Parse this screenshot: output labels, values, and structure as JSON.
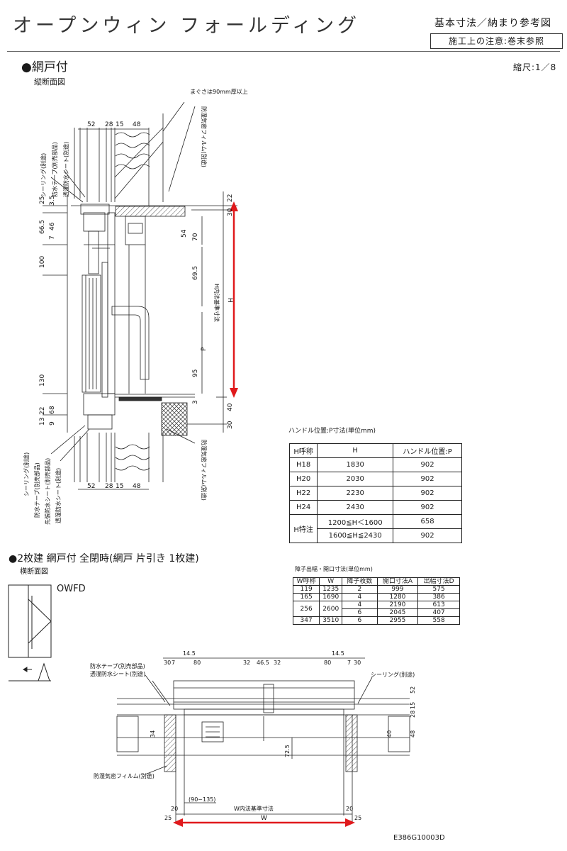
{
  "header": {
    "title": "オープンウィン フォールディング",
    "subtitle": "基本寸法／納まり参考図",
    "note": "施工上の注意:巻末参照"
  },
  "section1": {
    "heading": "●網戸付",
    "scale": "縮尺:1／8",
    "subheading": "縦断面図",
    "labels": {
      "top_note": "まぐさは90mm厚以上",
      "film_top": "防湿気密フィルム(別途)",
      "sealing_top": "シーリング(別途)",
      "tape_top": "防水テープ(別売部品)",
      "sheet_top": "透湿防水シート(別途)",
      "sealing_bot": "シーリング(別途)",
      "tape_bot": "防水テープ(別売部品)",
      "sheet_bot": "先張防水シート(別売部品)",
      "sheet_bot2": "透湿防水シート(別途)",
      "film_bot": "防湿気密フィルム(別途)",
      "inner_std": "H内法基準寸法",
      "h": "H",
      "p": "P"
    },
    "dims_top": [
      "52",
      "28",
      "15",
      "48"
    ],
    "dims_bot": [
      "52",
      "28",
      "15",
      "48"
    ],
    "dims_left": [
      "25",
      "3.5",
      "66.5",
      "7",
      "46",
      "100",
      "130",
      "13",
      "9",
      "22",
      "6",
      "8"
    ],
    "dims_inner": [
      "54",
      "70",
      "69.5",
      "95",
      "3"
    ],
    "dims_right": [
      "22",
      "30",
      "40",
      "30"
    ]
  },
  "table1": {
    "caption": "ハンドル位置:P寸法(単位mm)",
    "headers": [
      "H呼称",
      "H",
      "ハンドル位置:P"
    ],
    "rows": [
      [
        "H18",
        "1830",
        "902"
      ],
      [
        "H20",
        "2030",
        "902"
      ],
      [
        "H22",
        "2230",
        "902"
      ],
      [
        "H24",
        "2430",
        "902"
      ]
    ],
    "special_label": "H特注",
    "special_rows": [
      [
        "1200≦H＜1600",
        "658"
      ],
      [
        "1600≦H≦2430",
        "902"
      ]
    ]
  },
  "section2": {
    "heading": "●2枚建 網戸付 全閉時(網戸 片引き 1枚建)",
    "subheading": "横断面図",
    "model": "OWFD",
    "labels": {
      "tape": "防水テープ(別売部品)",
      "sheet": "透湿防水シート(別途)",
      "sealing": "シーリング(別途)",
      "film": "防湿気密フィルム(別途)",
      "inner_std": "W内法基準寸法",
      "w": "W",
      "range": "(90~135)"
    },
    "dims_top": [
      "30",
      "7",
      "80",
      "14.5",
      "32",
      "46.5",
      "32",
      "14.5",
      "80",
      "7",
      "30"
    ],
    "dims_side": [
      "52",
      "15",
      "28",
      "48",
      "34",
      "40",
      "72.5"
    ],
    "dims_bottom": [
      "20",
      "20",
      "25",
      "25"
    ]
  },
  "table2": {
    "caption": "障子出幅・開口寸法(単位mm)",
    "headers": [
      "W呼称",
      "W",
      "障子枚数",
      "開口寸法A",
      "出幅寸法D"
    ],
    "rows": [
      [
        "119",
        "1235",
        "2",
        "999",
        "575"
      ],
      [
        "165",
        "1690",
        "4",
        "1280",
        "386"
      ],
      [
        "256",
        "2600",
        "4",
        "2190",
        "613"
      ],
      [
        "",
        "",
        "6",
        "2045",
        "407"
      ],
      [
        "347",
        "3510",
        "6",
        "2955",
        "558"
      ]
    ]
  },
  "footer": {
    "code": "E386G10003D"
  },
  "colors": {
    "accent_arrow": "#e0191c",
    "line": "#222222",
    "hatch": "#555555"
  }
}
